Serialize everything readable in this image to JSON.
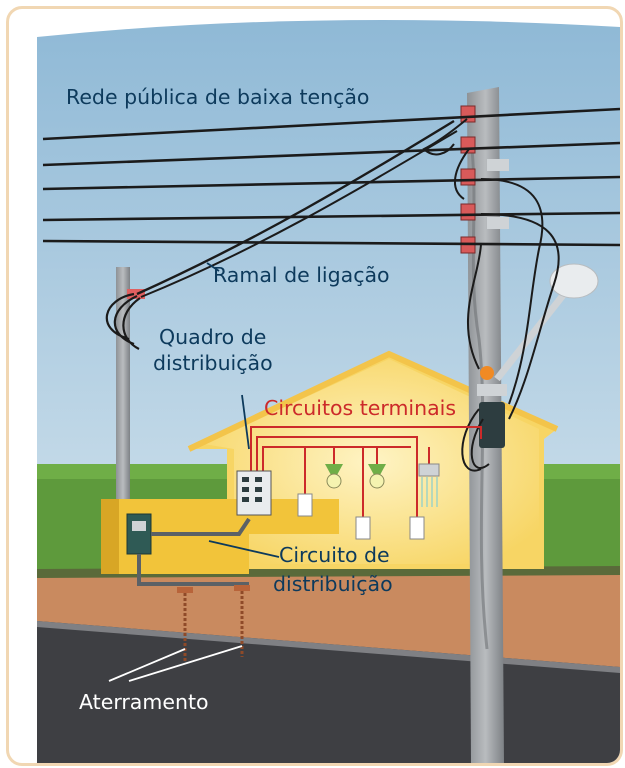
{
  "labels": {
    "rede": "Rede pública de baixa tenção",
    "ramal": "Ramal de ligação",
    "quadro_1": "Quadro de",
    "quadro_2": "distribuição",
    "circuitos_terminais": "Circuitos terminais",
    "circuito_dist_1": "Circuito de",
    "circuito_dist_2": "distribuição",
    "aterramento": "Aterramento"
  },
  "colors": {
    "label_dark": "#0d3a5c",
    "label_light": "#ffffff",
    "frame": "#f1d7b3",
    "sky": "#aacbe0",
    "grass": "#5e9a3c",
    "sidewalk": "#c98a5f",
    "road": "#3e3f43",
    "house": "#f7d564",
    "wire": "#1b1b1b",
    "circuit_wire": "#cc2a2a"
  }
}
